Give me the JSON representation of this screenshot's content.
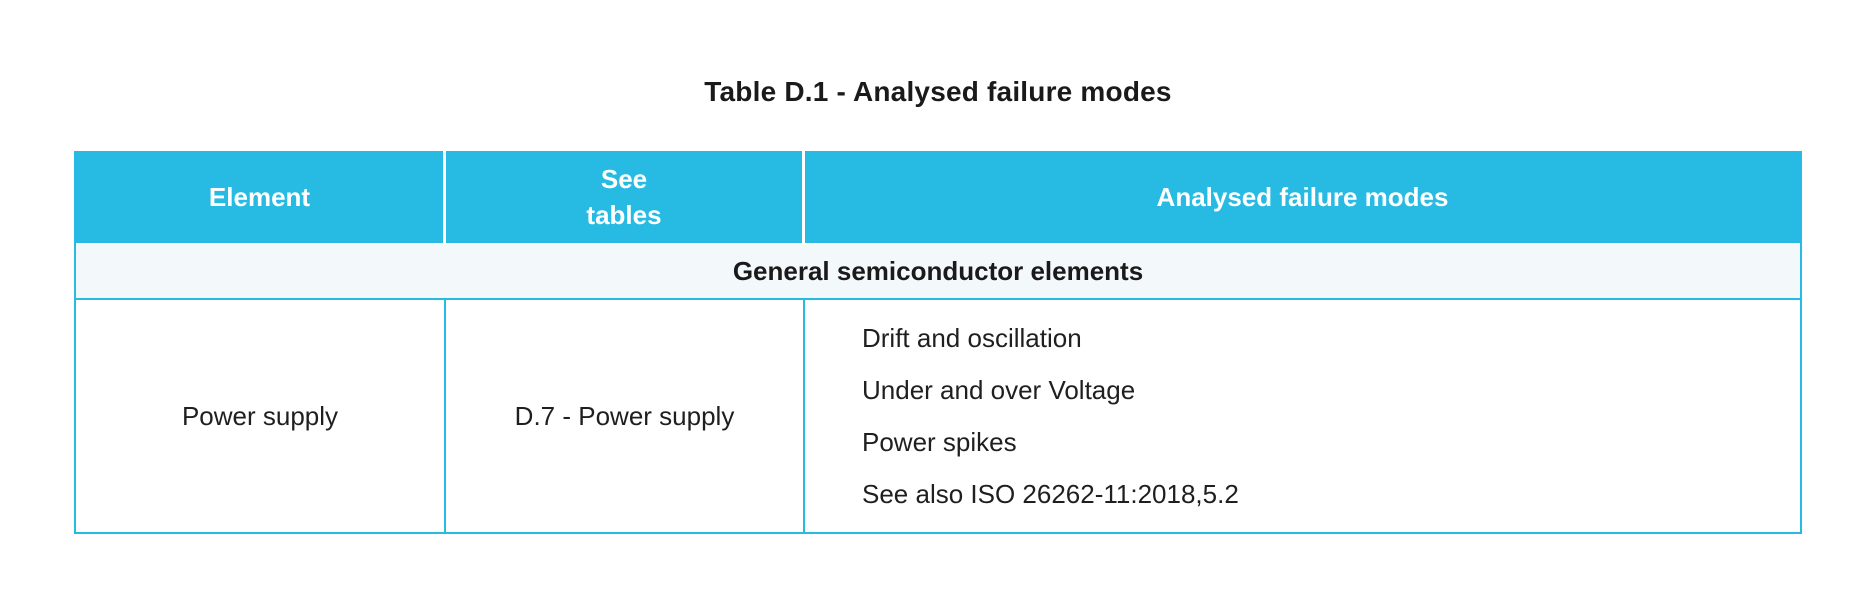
{
  "title": "Table D.1 - Analysed failure modes",
  "table": {
    "accent_color": "#27bbe3",
    "section_bg_color": "#f3f8fb",
    "header_text_color": "#ffffff",
    "columns": [
      {
        "label": "Element"
      },
      {
        "label": "See\ntables"
      },
      {
        "label": "Analysed failure modes"
      }
    ],
    "section_header": "General semiconductor elements",
    "rows": [
      {
        "element": "Power supply",
        "see_tables": "D.7 - Power supply",
        "failure_modes": [
          "Drift and oscillation",
          "Under and over Voltage",
          "Power spikes",
          "See also ISO 26262-11:2018,5.2"
        ]
      }
    ]
  }
}
